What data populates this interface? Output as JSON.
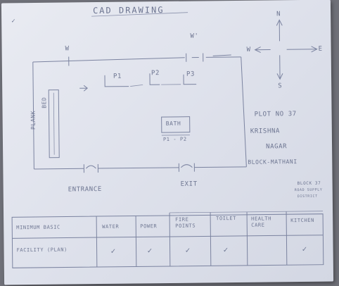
{
  "title": "CAD DRAWING",
  "compass": {
    "n": "N",
    "s": "S",
    "e": "E",
    "w": "W"
  },
  "marks": {
    "window_top": "W",
    "window_top_right": "W'",
    "plank_left": "PLANK",
    "bed_left": "BED",
    "p1": "P1",
    "p2": "P2",
    "p3": "P3",
    "bath": "BATH",
    "bath_sub": "P1 - P2",
    "entrance": "ENTRANCE",
    "exit": "EXIT"
  },
  "address": [
    "PLOT NO 37",
    "KRISHNA",
    "NAGAR",
    "BLOCK-MATHANI"
  ],
  "notes": [
    "BLOCK 37",
    "ROAD SUPPLY",
    "DISTRICT"
  ],
  "table": {
    "headers": [
      "MINIMUM BASIC",
      "WATER",
      "POWER",
      "FIRE POINTS",
      "TOILET",
      "HEALTH CARE",
      "KITCHEN"
    ],
    "row_label": "FACILITY (PLAN)",
    "checks": [
      "✓",
      "✓",
      "✓",
      "✓",
      "",
      "✓"
    ]
  }
}
